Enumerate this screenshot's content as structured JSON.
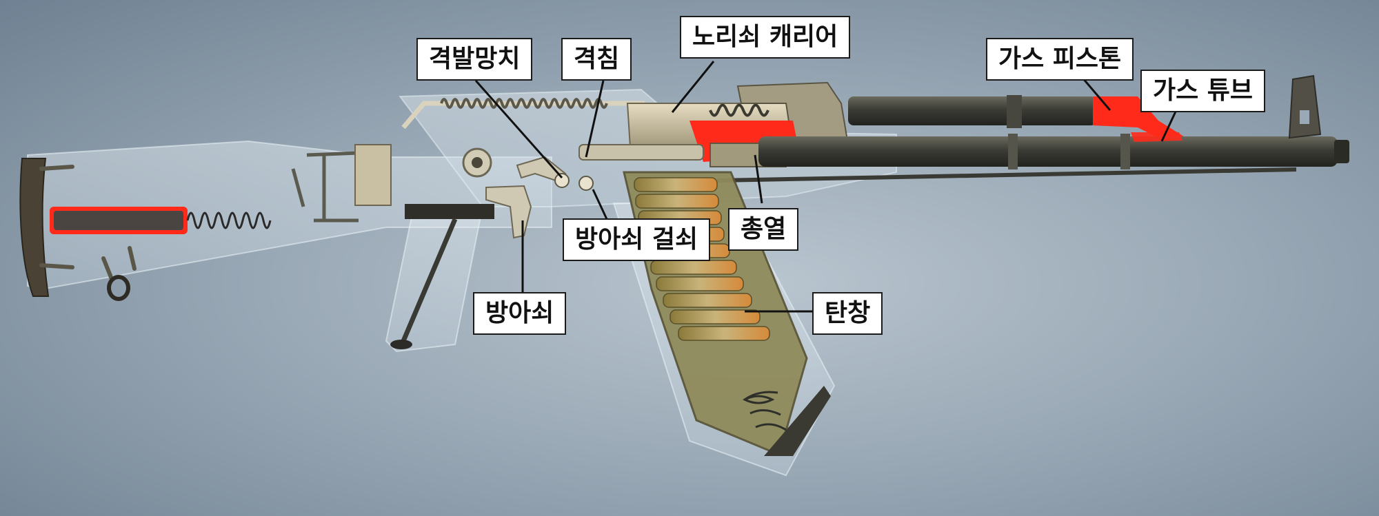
{
  "labels": {
    "firing_mechanism": "격발망치",
    "firing_pin": "격침",
    "bolt_carrier": "노리쇠 캐리어",
    "gas_piston": "가스 피스톤",
    "gas_tube": "가스 튜브",
    "disconnector": "방아쇠 걸쇠",
    "barrel": "총열",
    "trigger": "방아쇠",
    "magazine": "탄창"
  },
  "colors": {
    "background": "#9aa9b6",
    "highlight": "#ff2a1a",
    "metal": "#3e3f37",
    "brass": "#c9a15a",
    "ghost_body": "#d6e2ea",
    "label_bg": "#ffffff",
    "label_border": "#1a1a1a"
  }
}
